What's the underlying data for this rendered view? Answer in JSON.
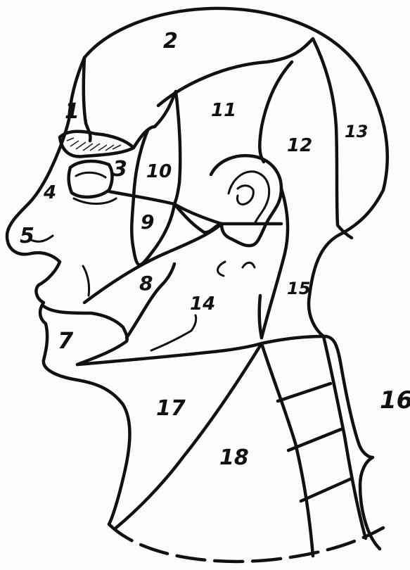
{
  "labels": {
    "r1": "1",
    "r2": "2",
    "r3": "3",
    "r4": "4",
    "r5": "5",
    "r7": "7",
    "r8": "8",
    "r9": "9",
    "r10": "10",
    "r11": "11",
    "r12": "12",
    "r13": "13",
    "r14": "14",
    "r15": "15",
    "r16": "16",
    "r17": "17",
    "r18": "18"
  }
}
